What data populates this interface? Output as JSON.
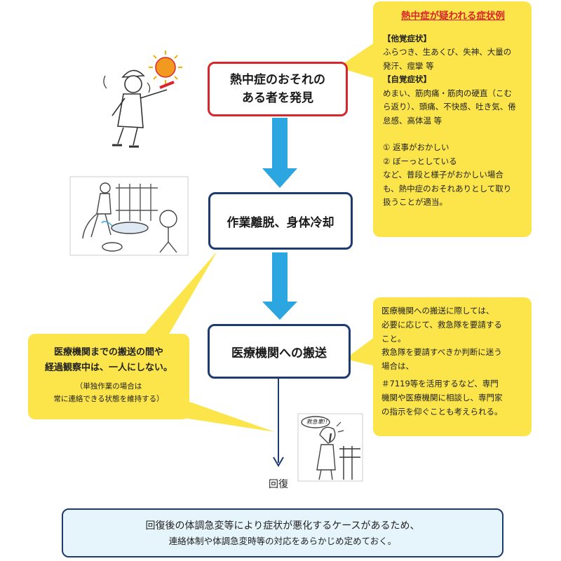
{
  "flow": {
    "step1_line1": "熱中症のおそれの",
    "step1_line2": "ある者を発見",
    "step2": "作業離脱、身体冷却",
    "step3": "医療機関への搬送",
    "end_label": "回復"
  },
  "symptoms": {
    "title": "熱中症が疑われる症状例",
    "objective_heading": "【他覚症状】",
    "objective_lines": [
      "ふらつき、生あくび、失神、大量の",
      "発汗、痙攣 等"
    ],
    "subjective_heading": "【自覚症状】",
    "subjective_lines": [
      "めまい、筋肉痛・筋肉の硬直（こむ",
      "ら返り）、頭痛、不快感、吐き気、倦",
      "怠感、高体温 等"
    ],
    "item1": "①  返事がおかしい",
    "item2": "②  ぼーっとしている",
    "closing_lines": [
      "など、普段と様子がおかしい場合",
      "も、熱中症のおそれありとして取り",
      "扱うことが適当。"
    ]
  },
  "transport_note": {
    "lines": [
      "医療機関への搬送に際しては、",
      "必要に応じて、救急隊を要請する",
      "こと。",
      "救急隊を要請すべきか判断に迷う",
      "場合は、",
      "＃7119等を活用するなど、専門",
      "機関や医療機関に相談し、専門家",
      "の指示を仰ぐことも考えられる。"
    ]
  },
  "watch_note": {
    "line1": "医療機関までの搬送の間や",
    "line2": "経過観察中は、一人にしない。",
    "sub1": "（単独作業の場合は",
    "sub2": "常に連絡できる状態を維持する）"
  },
  "phone_speech": "救急車!!",
  "bottom_note": {
    "line1": "回復後の体調急変等により症状が悪化するケースがあるため、",
    "line2": "連絡体制や体調急変時等の対応をあらかじめ定めておく。"
  },
  "colors": {
    "arrow_blue": "#2ca6e0",
    "red_border": "#d9262c",
    "navy_border": "#1e3a73",
    "callout_yellow": "#fbe54a",
    "title_red": "#d9262c",
    "note_bg": "#e6f4fb"
  },
  "illustrations": [
    "worker-dizzy-in-sun-illustration",
    "worker-cooling-illustration",
    "worker-phoning-illustration"
  ]
}
